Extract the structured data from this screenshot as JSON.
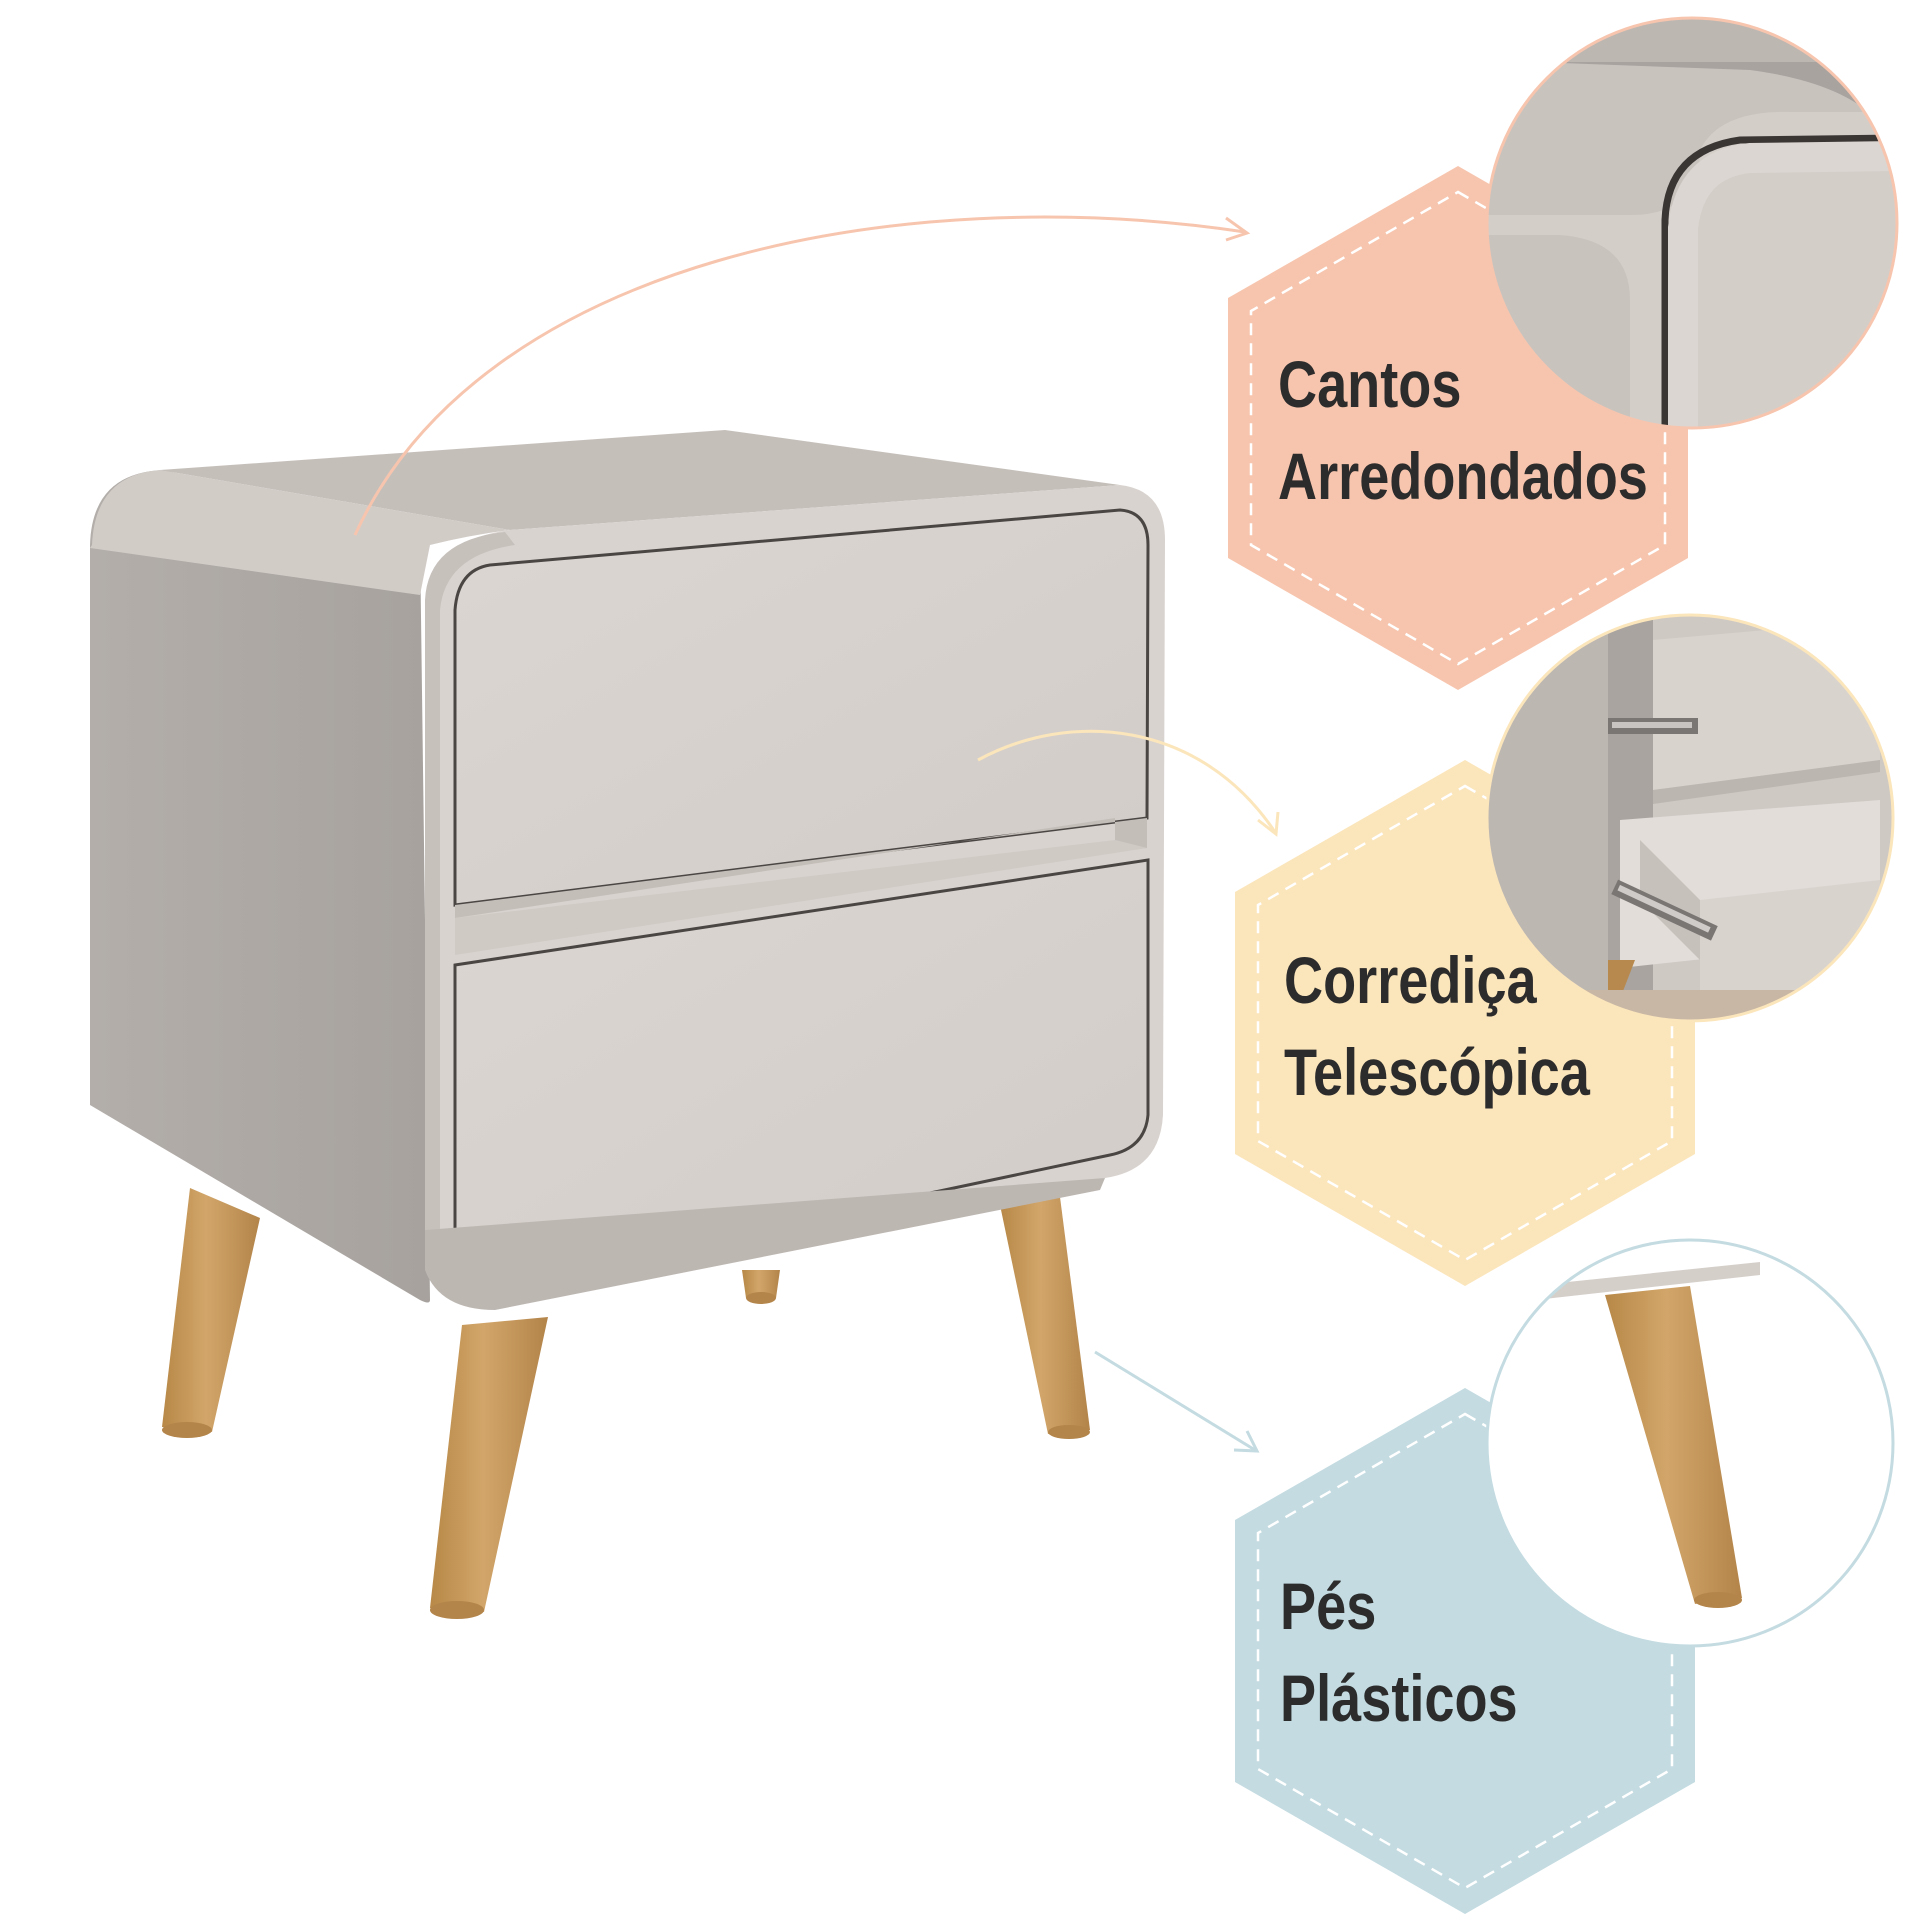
{
  "features": [
    {
      "id": "corners",
      "line1": "Cantos",
      "line2": "Arredondados",
      "badge_color": "#f7c5ae"
    },
    {
      "id": "slide",
      "line1": "Corrediça",
      "line2": "Telescópica",
      "badge_color": "#fbe5bb"
    },
    {
      "id": "feet",
      "line1": "Pés",
      "line2": "Plásticos",
      "badge_color": "#c3dbe1"
    }
  ],
  "colors": {
    "cabinet_front": "#d7d1cd",
    "cabinet_side": "#a9a4a0",
    "cabinet_top": "#c5bfba",
    "legs": "#c79a5e",
    "arrow_corners": "#f7c5ae",
    "arrow_slide": "#fbe5bb",
    "arrow_feet": "#c3dbe1"
  },
  "icons": [
    "curved-arrow-icon",
    "curved-arrow-icon",
    "straight-arrow-icon"
  ]
}
